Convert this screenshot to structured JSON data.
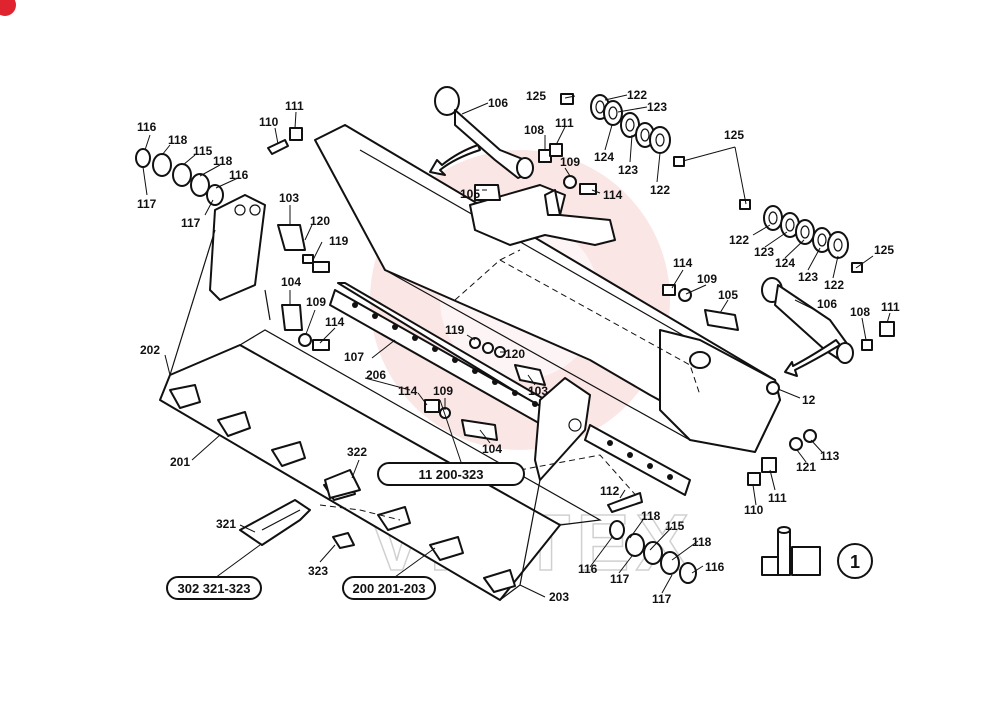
{
  "watermark_text": "VIHTEX",
  "watermark_color": "#e23b3b",
  "labels": {
    "l106a": "106",
    "l125a": "125",
    "l122a": "122",
    "l123a": "123",
    "l111a": "111",
    "l110a": "110",
    "l116a": "116",
    "l118a": "118",
    "l115a": "115",
    "l118b": "118",
    "l116b": "116",
    "l117a": "117",
    "l117b": "117",
    "l108a": "108",
    "l111b": "111",
    "l109a": "109",
    "l114a": "114",
    "l105a": "105",
    "l124a": "124",
    "l123b": "123",
    "l122b": "122",
    "l125b": "125",
    "l103a": "103",
    "l120a": "120",
    "l119a": "119",
    "l122c": "122",
    "l123c": "123",
    "l124b": "124",
    "l123d": "123",
    "l122d": "122",
    "l125c": "125",
    "l114b": "114",
    "l109b": "109",
    "l105b": "105",
    "l104a": "104",
    "l109c": "109",
    "l114c": "114",
    "l106b": "106",
    "l108b": "108",
    "l111c": "111",
    "l119b": "119",
    "l120b": "120",
    "l202": "202",
    "l107": "107",
    "l206": "206",
    "l103b": "103",
    "l114d": "114",
    "l109d": "109",
    "l104b": "104",
    "l12": "12",
    "l113": "113",
    "l121": "121",
    "l201": "201",
    "l322": "322",
    "l112": "112",
    "l111d": "111",
    "l110b": "110",
    "l118c": "118",
    "l115b": "115",
    "l118d": "118",
    "l116c": "116",
    "l116d": "116",
    "l117c": "117",
    "l117d": "117",
    "l321": "321",
    "l323": "323",
    "l203": "203"
  },
  "refs": {
    "ref_11": "11  200-323",
    "ref_302": "302  321-323",
    "ref_200": "200  201-203"
  },
  "detail_label": "1"
}
